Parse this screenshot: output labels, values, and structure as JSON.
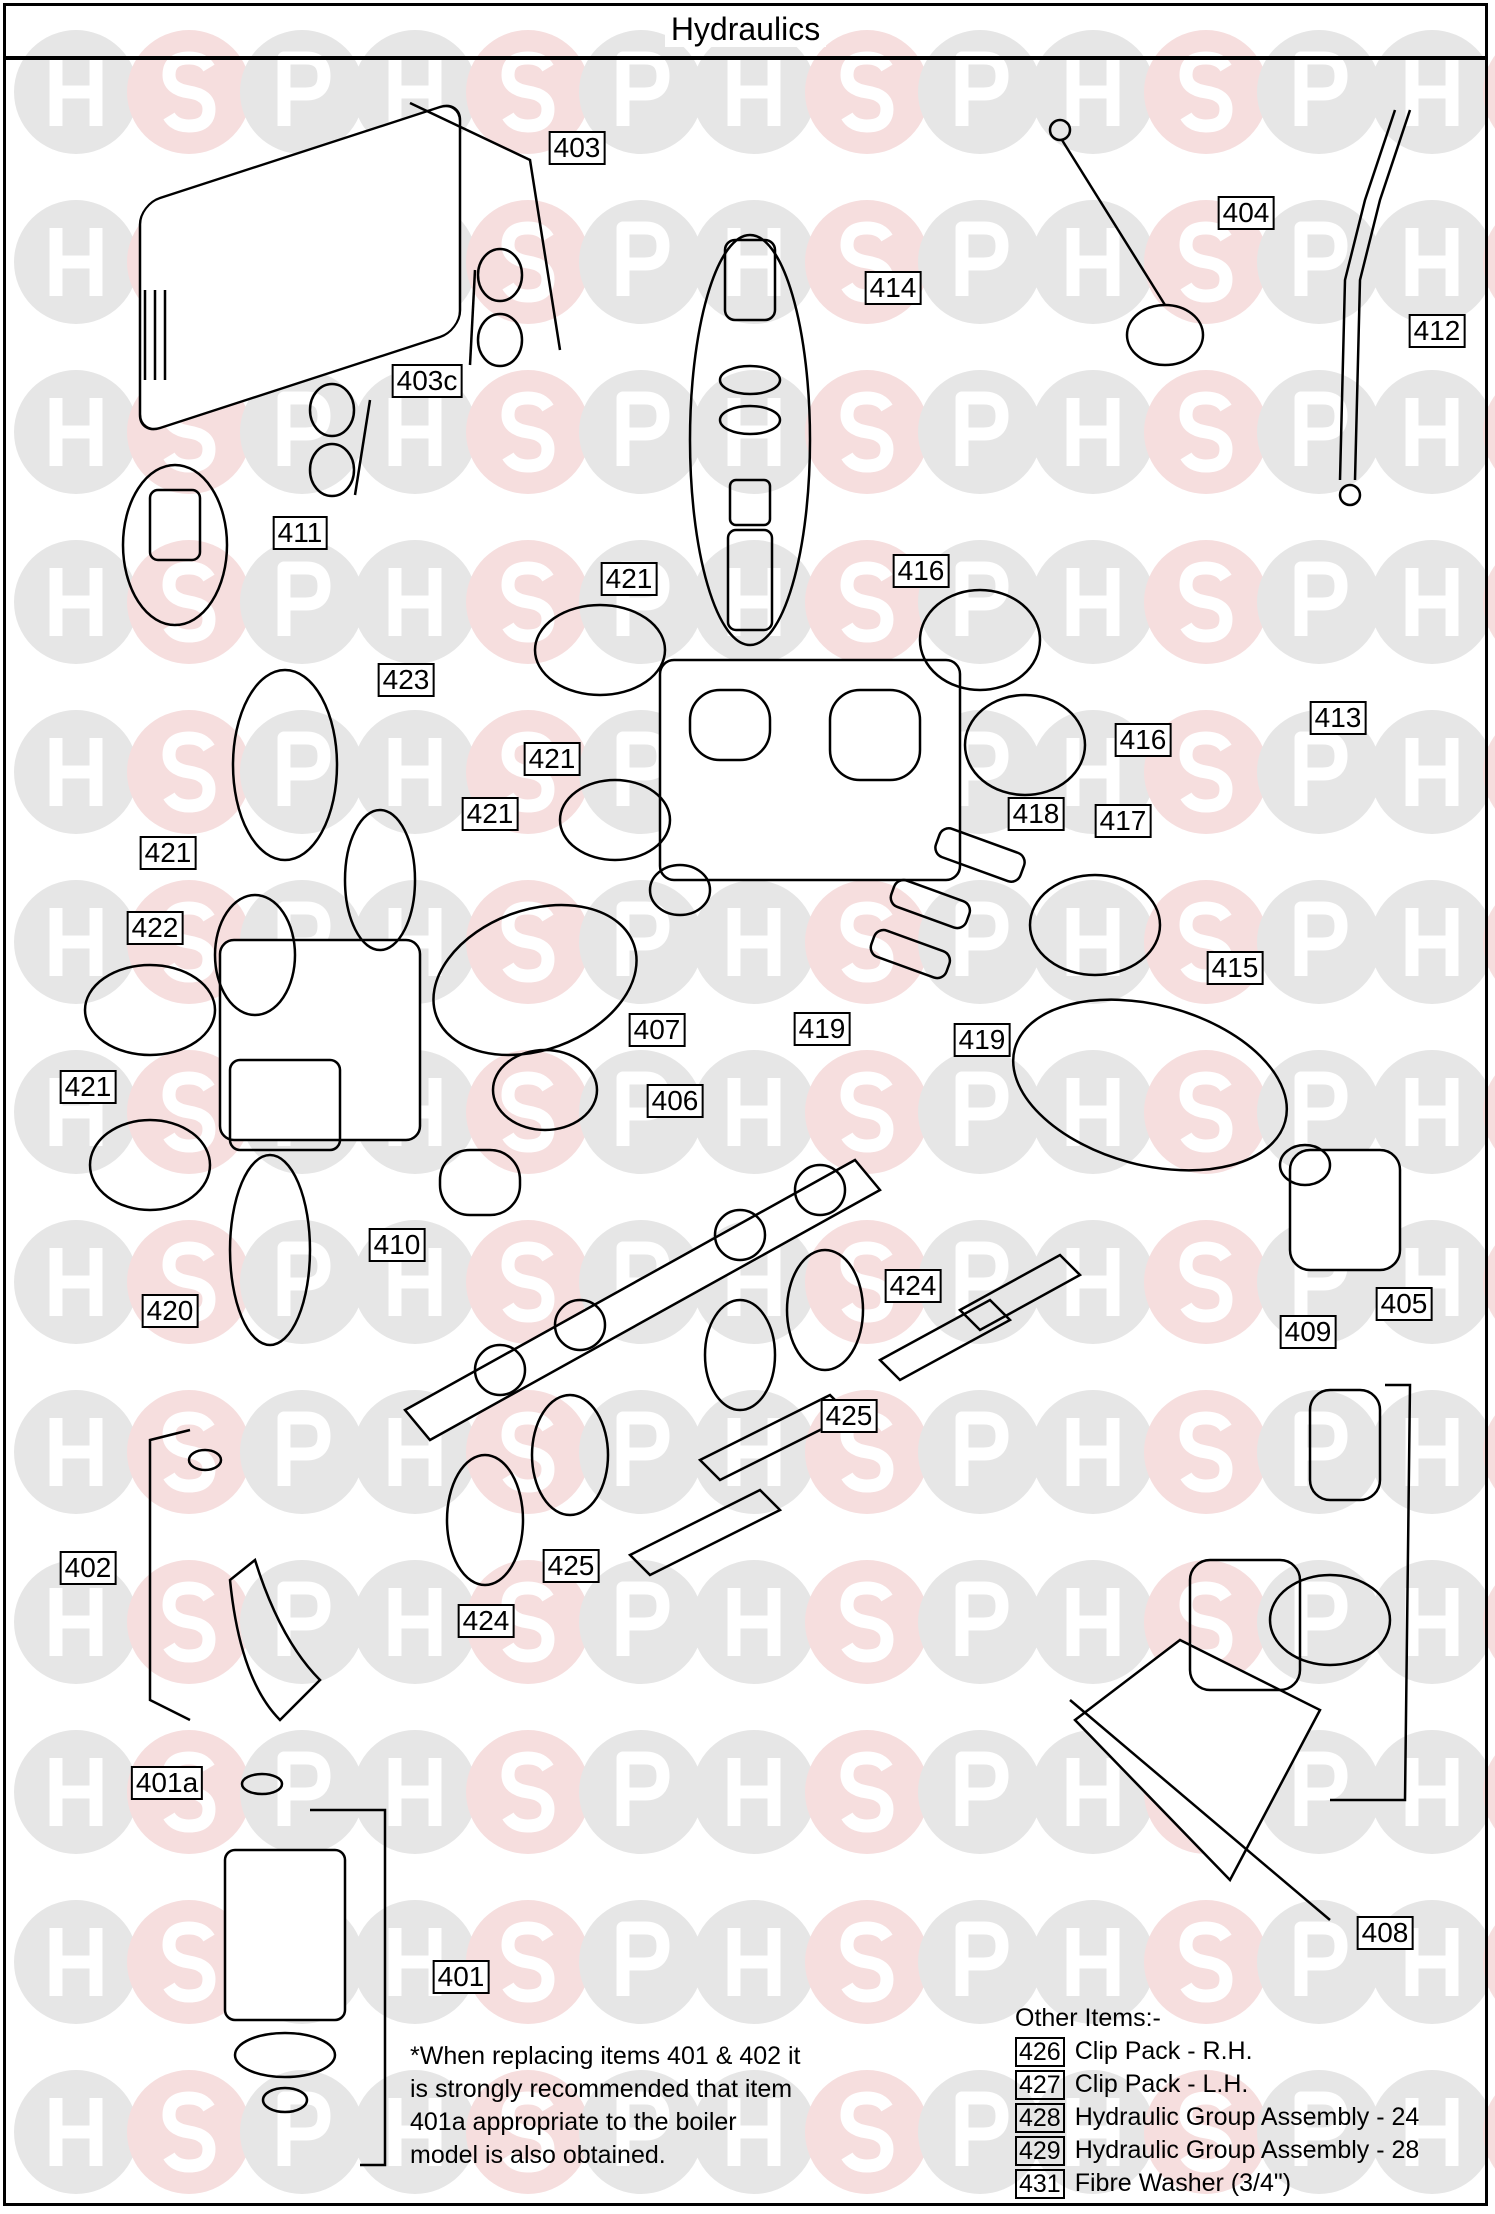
{
  "title": "Hydraulics",
  "watermark": {
    "letters": [
      "H",
      "S",
      "P"
    ],
    "colors": {
      "grey": "#e6e6e6",
      "pink": "#f6dede",
      "letter": "#ffffff"
    }
  },
  "callouts": [
    {
      "id": "403"
    },
    {
      "id": "403c"
    },
    {
      "id": "411"
    },
    {
      "id": "414"
    },
    {
      "id": "404"
    },
    {
      "id": "412"
    },
    {
      "id": "421"
    },
    {
      "id": "416"
    },
    {
      "id": "423"
    },
    {
      "id": "416"
    },
    {
      "id": "413"
    },
    {
      "id": "421"
    },
    {
      "id": "421"
    },
    {
      "id": "421"
    },
    {
      "id": "418"
    },
    {
      "id": "417"
    },
    {
      "id": "422"
    },
    {
      "id": "415"
    },
    {
      "id": "407"
    },
    {
      "id": "419"
    },
    {
      "id": "419"
    },
    {
      "id": "421"
    },
    {
      "id": "406"
    },
    {
      "id": "410"
    },
    {
      "id": "405"
    },
    {
      "id": "424"
    },
    {
      "id": "420"
    },
    {
      "id": "409"
    },
    {
      "id": "425"
    },
    {
      "id": "402"
    },
    {
      "id": "425"
    },
    {
      "id": "424"
    },
    {
      "id": "401a"
    },
    {
      "id": "401"
    },
    {
      "id": "408"
    }
  ],
  "note": [
    "*When replacing items 401 & 402 it",
    "is strongly recommended that item",
    "401a appropriate to the boiler",
    "model is also obtained."
  ],
  "other_items": {
    "heading": "Other Items:-",
    "items": [
      {
        "num": "426",
        "label": "Clip Pack - R.H."
      },
      {
        "num": "427",
        "label": "Clip Pack - L.H."
      },
      {
        "num": "428",
        "label": "Hydraulic Group Assembly - 24"
      },
      {
        "num": "429",
        "label": "Hydraulic Group Assembly - 28"
      },
      {
        "num": "431",
        "label": "Fibre Washer (3/4\")"
      }
    ]
  }
}
